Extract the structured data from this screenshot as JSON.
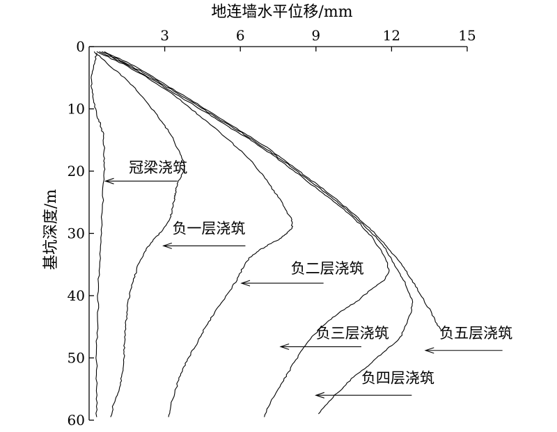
{
  "chart_data": {
    "type": "line",
    "xlabel": "地连墙水平位移/mm",
    "ylabel": "基坑深度/m",
    "xlim": [
      0,
      15
    ],
    "ylim": [
      0,
      60
    ],
    "y_inverted": true,
    "x_axis_position": "top",
    "x_ticks": [
      3,
      6,
      9,
      12,
      15
    ],
    "y_ticks": [
      0,
      10,
      20,
      30,
      40,
      50,
      60
    ],
    "grid": false,
    "series": [
      {
        "name": "冠梁浇筑",
        "points": [
          [
            0.3,
            1
          ],
          [
            0.2,
            3
          ],
          [
            0.1,
            5
          ],
          [
            0.1,
            7
          ],
          [
            0.2,
            9
          ],
          [
            0.3,
            11
          ],
          [
            0.45,
            12.5
          ],
          [
            0.55,
            14
          ],
          [
            0.6,
            16
          ],
          [
            0.6,
            18
          ],
          [
            0.6,
            20
          ],
          [
            0.55,
            24
          ],
          [
            0.5,
            28
          ],
          [
            0.45,
            32
          ],
          [
            0.4,
            36
          ],
          [
            0.35,
            40
          ],
          [
            0.35,
            44
          ],
          [
            0.3,
            48
          ],
          [
            0.3,
            52
          ],
          [
            0.3,
            56
          ],
          [
            0.3,
            59.5
          ]
        ]
      },
      {
        "name": "负一层浇筑",
        "points": [
          [
            0.2,
            0.8
          ],
          [
            0.8,
            3
          ],
          [
            1.4,
            5
          ],
          [
            1.9,
            7
          ],
          [
            2.3,
            9
          ],
          [
            2.7,
            11
          ],
          [
            3.05,
            13
          ],
          [
            3.35,
            15
          ],
          [
            3.6,
            17
          ],
          [
            3.75,
            18.5
          ],
          [
            3.8,
            19.5
          ],
          [
            3.7,
            20.5
          ],
          [
            3.55,
            21.5
          ],
          [
            3.45,
            23
          ],
          [
            3.4,
            24
          ],
          [
            3.35,
            25
          ],
          [
            3.3,
            26
          ],
          [
            3.25,
            27
          ],
          [
            3.1,
            28.5
          ],
          [
            2.8,
            30
          ],
          [
            2.45,
            31.5
          ],
          [
            2.2,
            33
          ],
          [
            1.95,
            35
          ],
          [
            1.8,
            37
          ],
          [
            1.65,
            39
          ],
          [
            1.55,
            41
          ],
          [
            1.5,
            43
          ],
          [
            1.45,
            45
          ],
          [
            1.4,
            47
          ],
          [
            1.4,
            49
          ],
          [
            1.35,
            51
          ],
          [
            1.3,
            53
          ],
          [
            1.2,
            55
          ],
          [
            1.0,
            57
          ],
          [
            0.85,
            59.5
          ]
        ]
      },
      {
        "name": "负二层浇筑",
        "points": [
          [
            0.3,
            0.8
          ],
          [
            1.2,
            2.5
          ],
          [
            2.1,
            4.5
          ],
          [
            2.9,
            6.5
          ],
          [
            3.6,
            8.5
          ],
          [
            4.2,
            10.5
          ],
          [
            4.8,
            12.5
          ],
          [
            5.4,
            14.5
          ],
          [
            5.95,
            16.5
          ],
          [
            6.45,
            18.5
          ],
          [
            6.85,
            20.5
          ],
          [
            7.2,
            22.5
          ],
          [
            7.55,
            24.5
          ],
          [
            7.85,
            26.5
          ],
          [
            8.05,
            28
          ],
          [
            8.05,
            29
          ],
          [
            7.85,
            30
          ],
          [
            7.5,
            31
          ],
          [
            7.05,
            32
          ],
          [
            6.65,
            33
          ],
          [
            6.35,
            34
          ],
          [
            6.1,
            35.5
          ],
          [
            5.85,
            37.5
          ],
          [
            5.55,
            39.5
          ],
          [
            5.2,
            41.5
          ],
          [
            4.85,
            43.5
          ],
          [
            4.55,
            45.5
          ],
          [
            4.3,
            47.5
          ],
          [
            4.0,
            49.5
          ],
          [
            3.75,
            51.5
          ],
          [
            3.55,
            53.5
          ],
          [
            3.4,
            55.5
          ],
          [
            3.25,
            57.5
          ],
          [
            3.15,
            59.5
          ]
        ]
      },
      {
        "name": "负三层浇筑",
        "points": [
          [
            0.4,
            0.8
          ],
          [
            1.3,
            2.5
          ],
          [
            2.2,
            4.5
          ],
          [
            3.0,
            6.5
          ],
          [
            3.8,
            8.5
          ],
          [
            4.6,
            10.5
          ],
          [
            5.4,
            12.5
          ],
          [
            6.2,
            14.5
          ],
          [
            6.95,
            16.5
          ],
          [
            7.65,
            18.5
          ],
          [
            8.3,
            20.5
          ],
          [
            8.95,
            22.5
          ],
          [
            9.6,
            24.5
          ],
          [
            10.2,
            26.5
          ],
          [
            10.75,
            28.5
          ],
          [
            11.2,
            30.5
          ],
          [
            11.55,
            32.5
          ],
          [
            11.8,
            34.5
          ],
          [
            11.9,
            36
          ],
          [
            11.7,
            37.5
          ],
          [
            11.2,
            39
          ],
          [
            10.6,
            41
          ],
          [
            10.0,
            42.5
          ],
          [
            9.5,
            44
          ],
          [
            9.1,
            45.5
          ],
          [
            8.75,
            47
          ],
          [
            8.4,
            49
          ],
          [
            8.1,
            51
          ],
          [
            7.8,
            53
          ],
          [
            7.5,
            55
          ],
          [
            7.2,
            57
          ],
          [
            6.95,
            59.5
          ]
        ]
      },
      {
        "name": "负四层浇筑",
        "points": [
          [
            0.5,
            0.8
          ],
          [
            1.4,
            2.5
          ],
          [
            2.3,
            4.5
          ],
          [
            3.1,
            6.5
          ],
          [
            3.9,
            8.5
          ],
          [
            4.7,
            10.5
          ],
          [
            5.5,
            12.5
          ],
          [
            6.3,
            14.5
          ],
          [
            7.05,
            16.5
          ],
          [
            7.75,
            18.5
          ],
          [
            8.4,
            20.5
          ],
          [
            9.05,
            22.5
          ],
          [
            9.7,
            24.5
          ],
          [
            10.3,
            26.5
          ],
          [
            10.85,
            28.5
          ],
          [
            11.35,
            30.5
          ],
          [
            11.75,
            32.5
          ],
          [
            12.05,
            34.5
          ],
          [
            12.35,
            36.5
          ],
          [
            12.6,
            38.5
          ],
          [
            12.85,
            41
          ],
          [
            12.75,
            43
          ],
          [
            12.55,
            45
          ],
          [
            12.3,
            47
          ],
          [
            11.85,
            48.5
          ],
          [
            11.4,
            50
          ],
          [
            11.0,
            51.5
          ],
          [
            10.5,
            53
          ],
          [
            10.0,
            55
          ],
          [
            9.5,
            57
          ],
          [
            9.1,
            59
          ]
        ]
      },
      {
        "name": "负五层浇筑",
        "points": [
          [
            0.6,
            0.8
          ],
          [
            1.5,
            2.5
          ],
          [
            2.4,
            4.5
          ],
          [
            3.2,
            6.5
          ],
          [
            4.0,
            8.5
          ],
          [
            4.8,
            10.5
          ],
          [
            5.6,
            12.5
          ],
          [
            6.4,
            14.5
          ],
          [
            7.15,
            16.5
          ],
          [
            7.85,
            18.5
          ],
          [
            8.5,
            20.5
          ],
          [
            9.15,
            22.5
          ],
          [
            9.8,
            24.5
          ],
          [
            10.4,
            26.5
          ],
          [
            10.95,
            28.5
          ],
          [
            11.45,
            30.5
          ],
          [
            11.9,
            32.5
          ],
          [
            12.3,
            34.5
          ],
          [
            12.65,
            36.5
          ],
          [
            12.95,
            38.5
          ],
          [
            13.25,
            40.5
          ],
          [
            13.55,
            42.5
          ],
          [
            13.8,
            44.5
          ],
          [
            13.95,
            45.5
          ]
        ]
      }
    ],
    "annotations": [
      {
        "text": "冠梁浇筑",
        "label_x": 3.9,
        "label_y": 20.2,
        "arrow_from_x": 3.5,
        "arrow_to_x": 0.65,
        "arrow_y": 21.6
      },
      {
        "text": "负一层浇筑",
        "label_x": 6.2,
        "label_y": 30.0,
        "arrow_from_x": 6.2,
        "arrow_to_x": 2.95,
        "arrow_y": 32.0
      },
      {
        "text": "负二层浇筑",
        "label_x": 10.9,
        "label_y": 36.4,
        "arrow_from_x": 9.3,
        "arrow_to_x": 6.05,
        "arrow_y": 38.0
      },
      {
        "text": "负三层浇筑",
        "label_x": 11.9,
        "label_y": 46.8,
        "arrow_from_x": 10.8,
        "arrow_to_x": 7.6,
        "arrow_y": 48.2
      },
      {
        "text": "负五层浇筑",
        "label_x": 16.8,
        "label_y": 46.8,
        "arrow_from_x": 16.4,
        "arrow_to_x": 13.35,
        "arrow_y": 48.8
      },
      {
        "text": "负四层浇筑",
        "label_x": 13.7,
        "label_y": 54.0,
        "arrow_from_x": 12.8,
        "arrow_to_x": 9.0,
        "arrow_y": 56.0
      }
    ]
  }
}
